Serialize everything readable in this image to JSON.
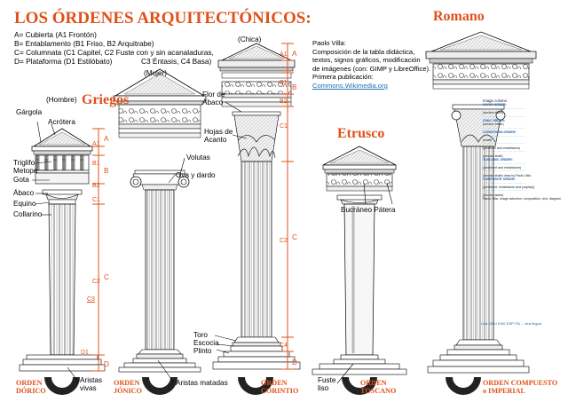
{
  "title": "LOS ÓRDENES ARQUITECTÓNICOS:",
  "section_titles": {
    "griegos": "Griegos",
    "etrusco": "Etrusco",
    "romano": "Romano"
  },
  "legend": [
    "A= Cubierta (A1 Frontón)",
    "B= Entablamento (B1 Friso, B2 Arquitrabe)",
    "C= Columnata (C1 Capitel, C2 Fuste con y sin acanaladuras,",
    "D= Plataforma (D1 Estilóbato)",
    "C3 Éntasis, C4 Basa)"
  ],
  "author_note": {
    "lines": [
      "Paolo Villa:",
      "Composición de la tabla didáctica,",
      "textos, signos gráficos, modificación",
      "de imágenes (con: GIMP y LibreOffice).",
      "Primera publicación:"
    ],
    "link": "Commons.Wikimedia.org"
  },
  "captions": {
    "hombre": "(Hombre)",
    "mujer": "(Mujer)",
    "chica": "(Chica)"
  },
  "parts_doric": {
    "gargola": "Gárgola",
    "acrotera": "Acrótera",
    "triglifo": "Triglifo",
    "metopa": "Metopa",
    "gota": "Gota",
    "abaco": "Ábaco",
    "equino": "Equino",
    "collarino": "Collarino",
    "aristas_vivas": "Aristas\nvivas"
  },
  "parts_ionic": {
    "volutas": "Volutas",
    "ova_dardo": "Ova y dardo",
    "aristas_matadas": "Aristas matadas"
  },
  "parts_corinthian": {
    "flor_abaco": "Flor de\nÁbaco",
    "hojas_acanto": "Hojas de\nAcanto",
    "toro": "Toro",
    "escocia": "Escocia",
    "plinto": "Plinto"
  },
  "parts_tuscan": {
    "bucraneo": "Bucráneo Pátera",
    "fuste_liso": "Fuste\nliso"
  },
  "dim_labels": {
    "A": "A",
    "A1": "A1",
    "B": "B",
    "B1": "B1",
    "B2": "B2",
    "C": "C",
    "C1": "C1",
    "C2": "C2",
    "C3": "C3",
    "C4": "C4",
    "D": "D",
    "D1": "D1"
  },
  "orders": {
    "doric": "ORDEN\nDÓRICO",
    "ionic": "ORDEN\nJÓNICO",
    "corinthian": "ORDEN\nCORINTIO",
    "tuscan": "ORDEN\nTOSCANO",
    "composite": "ORDEN COMPUESTO\no IMPERIAL"
  },
  "side_notes": {
    "top": "Image column",
    "items": [
      "DORIC ORDER:",
      "(section stairs)",
      "IONIC ORDER:",
      "(section frieze)",
      "CORINTHIAN ORDER:",
      "(shaft)",
      "(pedimen and entablature)",
      "(section shaft)",
      "TUSCANIC ORDER:",
      "(pediment and entablature)",
      "(section shaft) draw by Paolo Villa",
      "COMPOSITE ORDER:",
      "(pediment, entablature and (capital))",
      "(section stairs)",
      "Paolo Villa, image selection, composition, text, diagram"
    ],
    "footer": "Link: DEU ENG ESP ITA ... otra lingua"
  },
  "colors": {
    "accent": "#e0501a",
    "line": "#000000",
    "link": "#1f6fb5",
    "note_green": "#2fb3b3"
  }
}
